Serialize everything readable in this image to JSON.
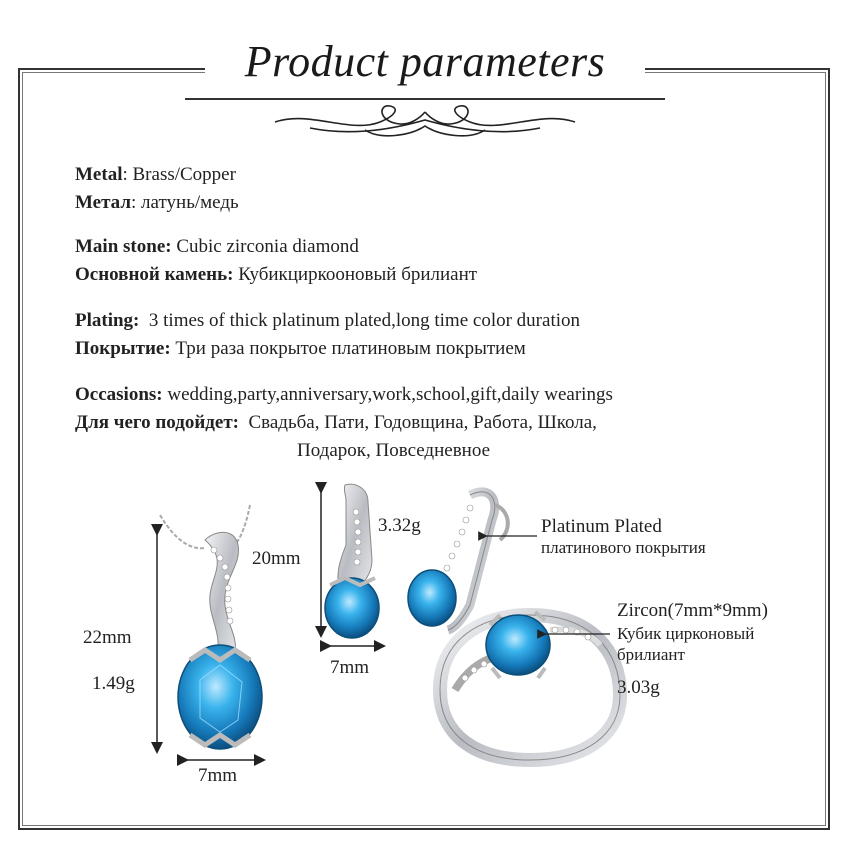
{
  "title": "Product parameters",
  "specs": {
    "metal_en_label": "Metal",
    "metal_en_value": ": Brass/Copper",
    "metal_ru_label": "Метал",
    "metal_ru_value": ": латунь/медь",
    "stone_en_label": "Main stone:",
    "stone_en_value": " Cubic zirconia diamond",
    "stone_ru_label": "Основной камень:",
    "stone_ru_value": " Кубикциркооновый брилиант",
    "plating_en_label": "Plating:",
    "plating_en_value": "  3 times of thick platinum plated,long time color duration",
    "plating_ru_label": "Покрытие:",
    "plating_ru_value": " Три раза покрытое платиновым покрытием",
    "occasions_en_label": "Occasions:",
    "occasions_en_value": " wedding,party,anniversary,work,school,gift,daily wearings",
    "occasions_ru_label": "Для чего подойдет:",
    "occasions_ru_value": "  Свадьба, Пати, Годовщина, Работа, Школа,",
    "occasions_ru_value2": "Подарок, Повседневное"
  },
  "pendant": {
    "height": "22mm",
    "weight": "1.49g",
    "width": "7mm"
  },
  "earring": {
    "height": "20mm",
    "weight": "3.32g",
    "width": "7mm"
  },
  "plating_callout": {
    "en": "Platinum Plated",
    "ru": "платинового покрытия"
  },
  "ring": {
    "zircon_en": "Zircon(7mm*9mm)",
    "zircon_ru1": "Кубик цирконовый",
    "zircon_ru2": "брилиант",
    "weight": "3.03g"
  },
  "colors": {
    "frame": "#333333",
    "stone_blue": "#2a9fd8",
    "silver": "#c9ccd1"
  }
}
